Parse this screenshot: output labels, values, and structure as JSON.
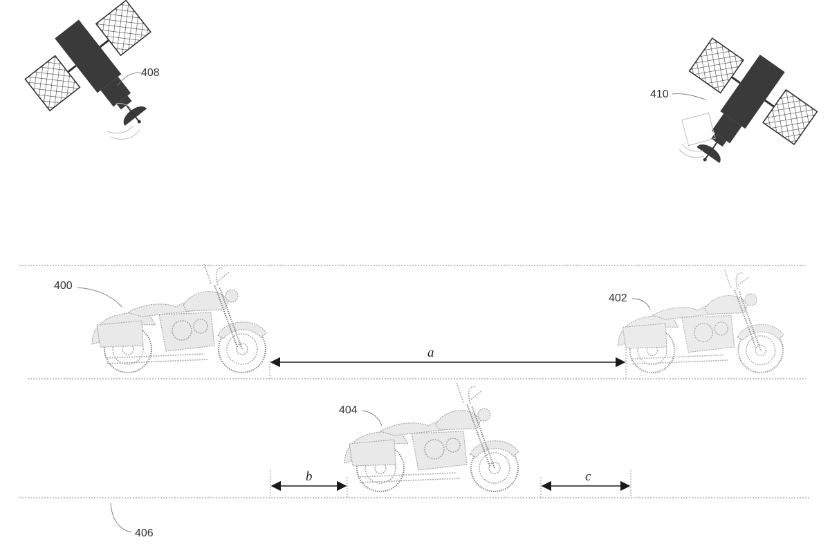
{
  "labels": {
    "satellite_left": "408",
    "satellite_right": "410",
    "moto_top_left": "400",
    "moto_top_right": "402",
    "moto_bottom": "404",
    "road_edge": "406"
  },
  "dimensions": {
    "a": "a",
    "b": "b",
    "c": "c"
  }
}
